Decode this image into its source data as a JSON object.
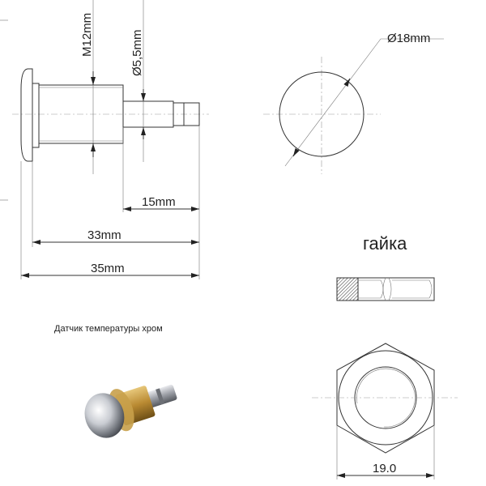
{
  "sensor_drawing": {
    "thread_label": "M12mm",
    "shaft_diameter_label": "Ø5,5mm",
    "shaft_length_label": "15mm",
    "body_length_label": "33mm",
    "total_length_label": "35mm"
  },
  "head_view": {
    "diameter_label": "Ø18mm"
  },
  "nut": {
    "title": "гайка",
    "width_label": "19.0"
  },
  "photo": {
    "caption": "Датчик температуры хром"
  }
}
